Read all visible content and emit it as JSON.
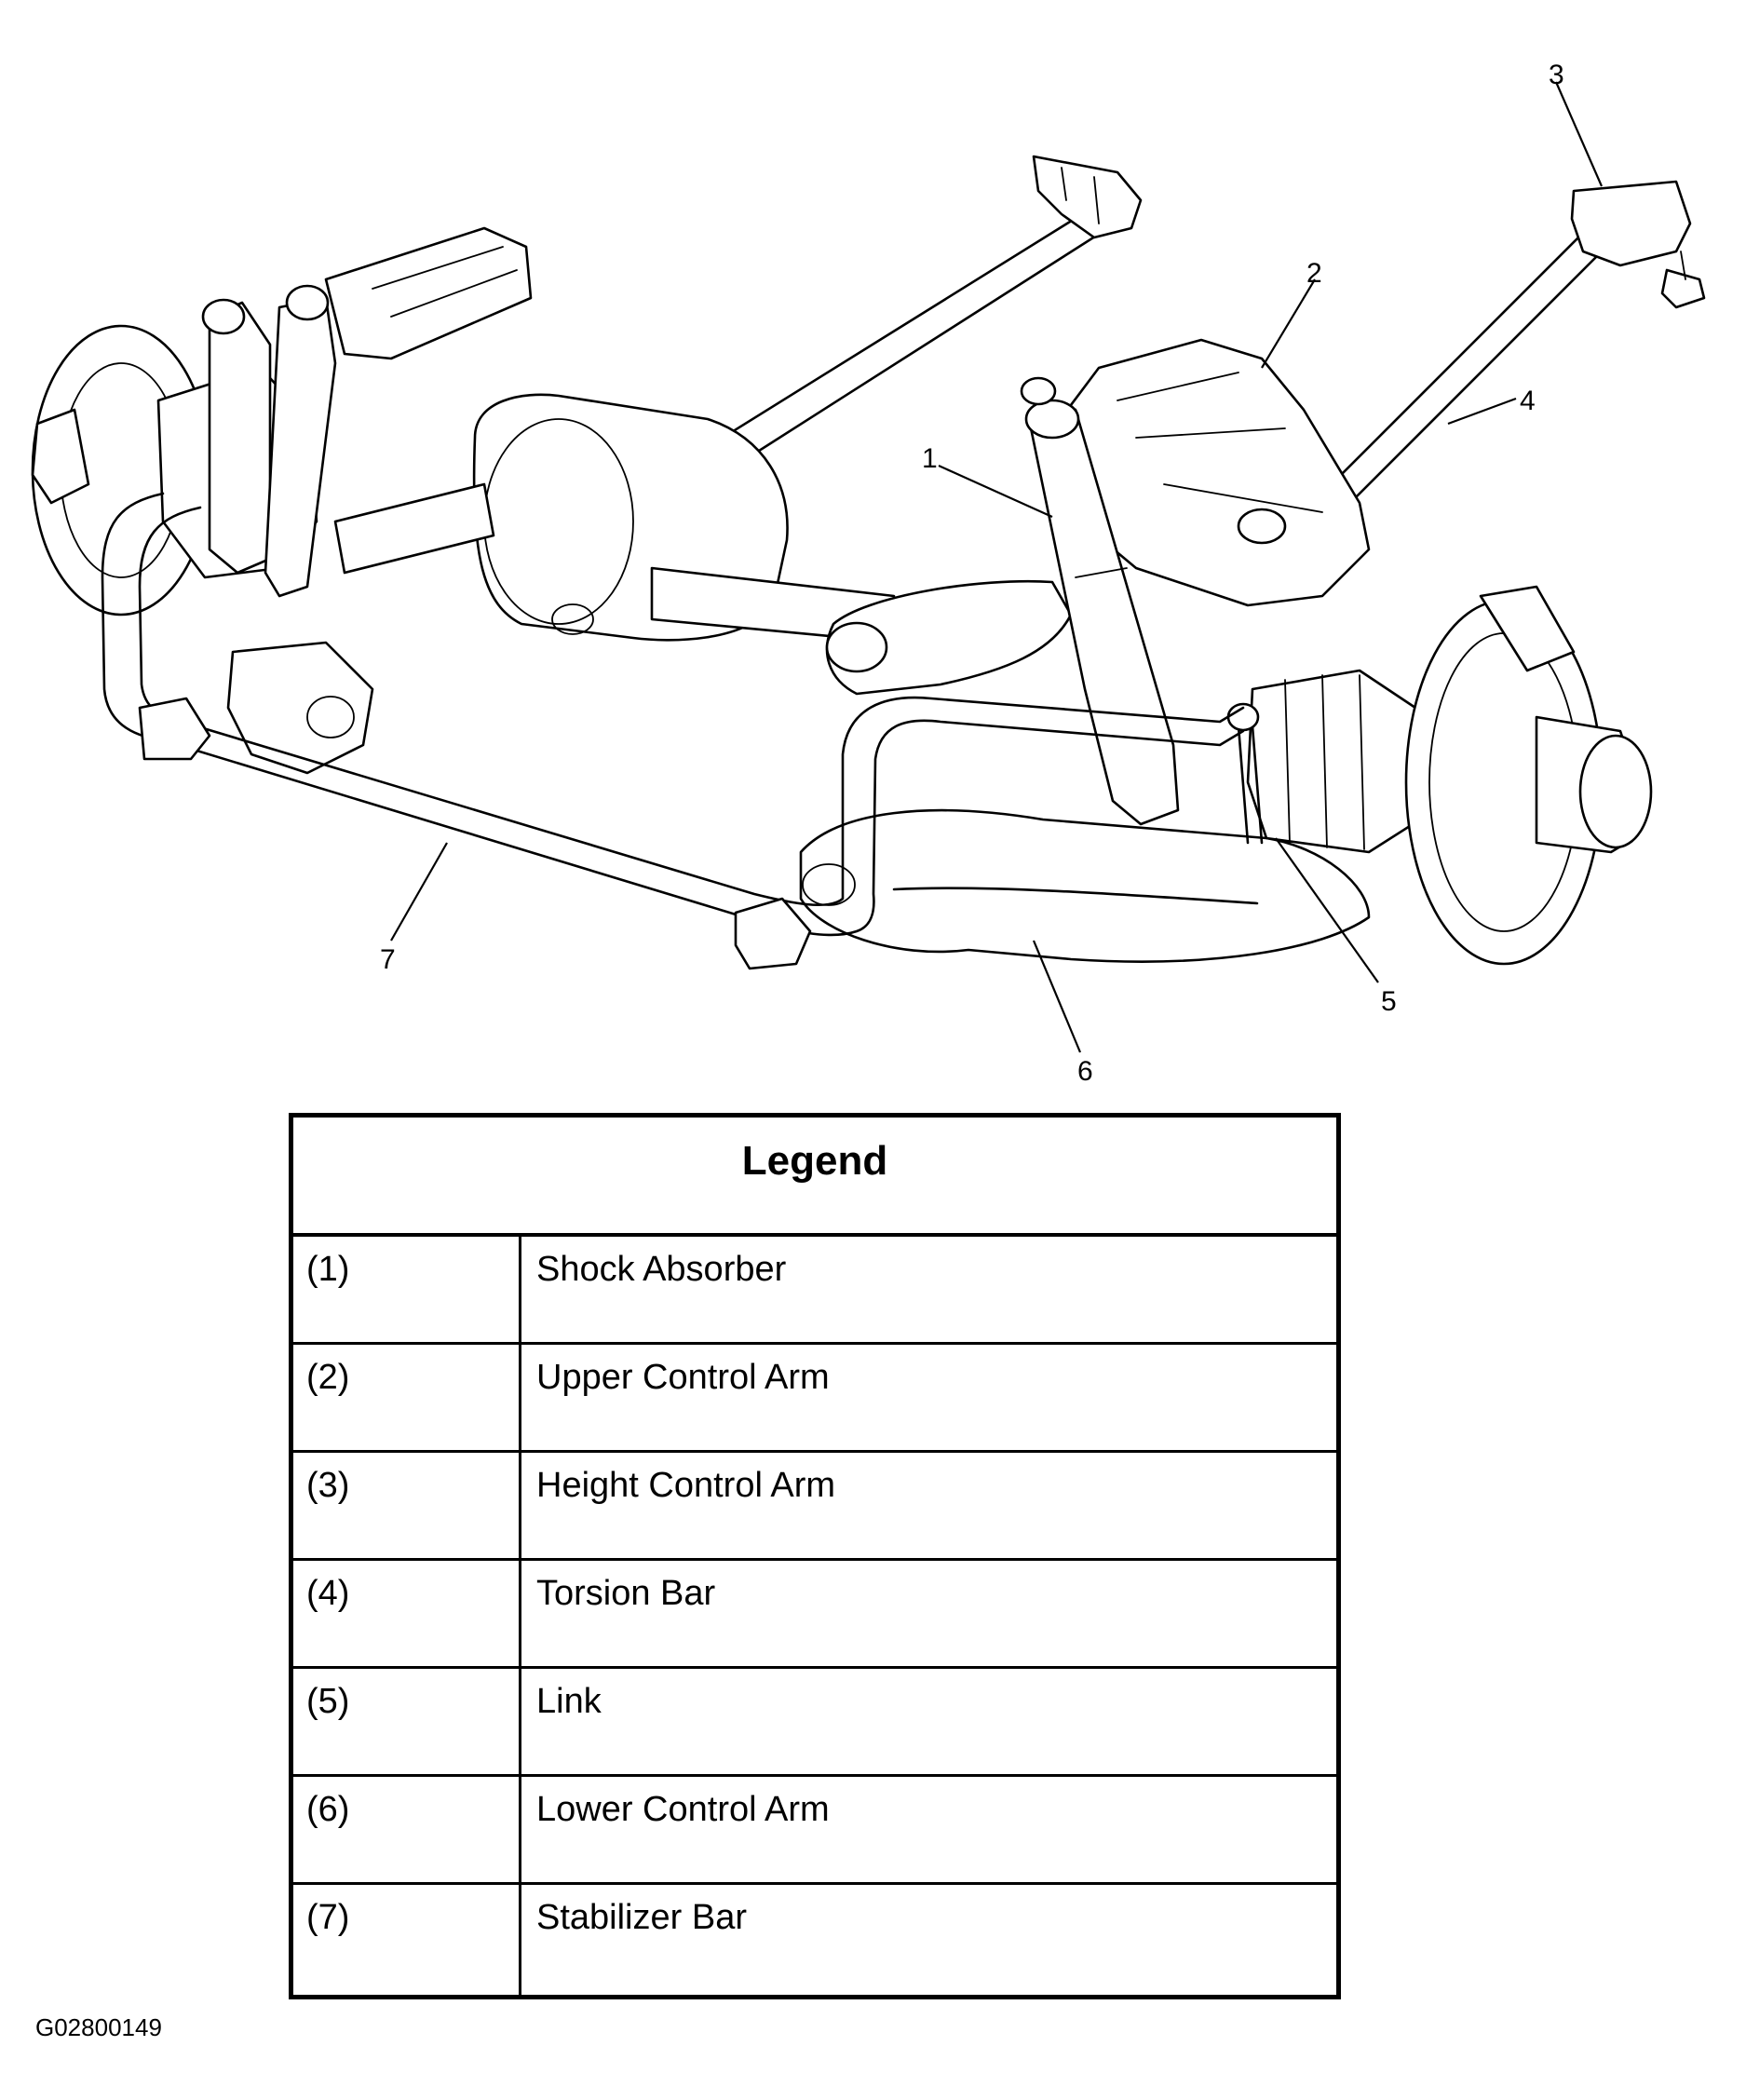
{
  "callouts": [
    {
      "number": "1"
    },
    {
      "number": "2"
    },
    {
      "number": "3"
    },
    {
      "number": "4"
    },
    {
      "number": "5"
    },
    {
      "number": "6"
    },
    {
      "number": "7"
    }
  ],
  "legend": {
    "title": "Legend",
    "rows": [
      {
        "num": "(1)",
        "desc": "Shock Absorber"
      },
      {
        "num": "(2)",
        "desc": "Upper Control Arm"
      },
      {
        "num": "(3)",
        "desc": "Height Control Arm"
      },
      {
        "num": "(4)",
        "desc": "Torsion Bar"
      },
      {
        "num": "(5)",
        "desc": "Link"
      },
      {
        "num": "(6)",
        "desc": "Lower Control Arm"
      },
      {
        "num": "(7)",
        "desc": "Stabilizer Bar"
      }
    ]
  },
  "figure_id": "G02800149"
}
